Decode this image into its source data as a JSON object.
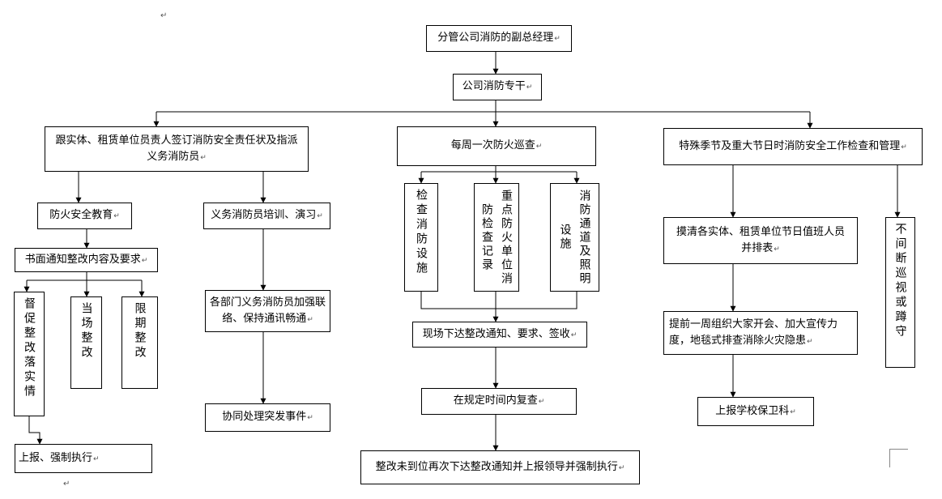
{
  "nodes": {
    "vice_manager": "分管公司消防的副总经理",
    "fire_officer": "公司消防专干",
    "sign_responsibility": "跟实体、租赁单位员责人签订消防安全责任状及指派义务消防员",
    "weekly_patrol": "每周一次防火巡查",
    "special_season": "特殊季节及重大节日时消防安全工作检查和管理",
    "safety_education": "防火安全教育",
    "volunteer_training": "义务消防员培训、演习",
    "written_notice": "书面通知整改内容及要求",
    "supervise": "督促整改落实情",
    "on_site": "当场整改",
    "deadline": "限期整改",
    "report_enforce": "上报、强制执行",
    "dept_liaison": "各部门义务消防员加强联络、保持通讯畅通",
    "handle_emergency": "协同处理突发事件",
    "inspect_facilities": "检查消防设施",
    "key_units": "重点防火单位消防检查记录",
    "evacuation": "消防通道及照明设施",
    "onsite_notice": "现场下达整改通知、要求、签收",
    "recheck": "在规定时间内复查",
    "reissue": "整改未到位再次下达整改通知并上报领导并强制执行",
    "holiday_duty": "摸清各实体、租赁单位节日值班人员并排表",
    "week_ahead": "提前一周组织大家开会、加大宣传力度，地毯式排查消除火灾隐患",
    "report_security": "上报学校保卫科",
    "patrol_guard": "不间断巡视或蹲守"
  },
  "colors": {
    "line": "#000000",
    "box_border": "#000000",
    "background": "#ffffff"
  },
  "decor": {
    "return_mark": "↵"
  }
}
